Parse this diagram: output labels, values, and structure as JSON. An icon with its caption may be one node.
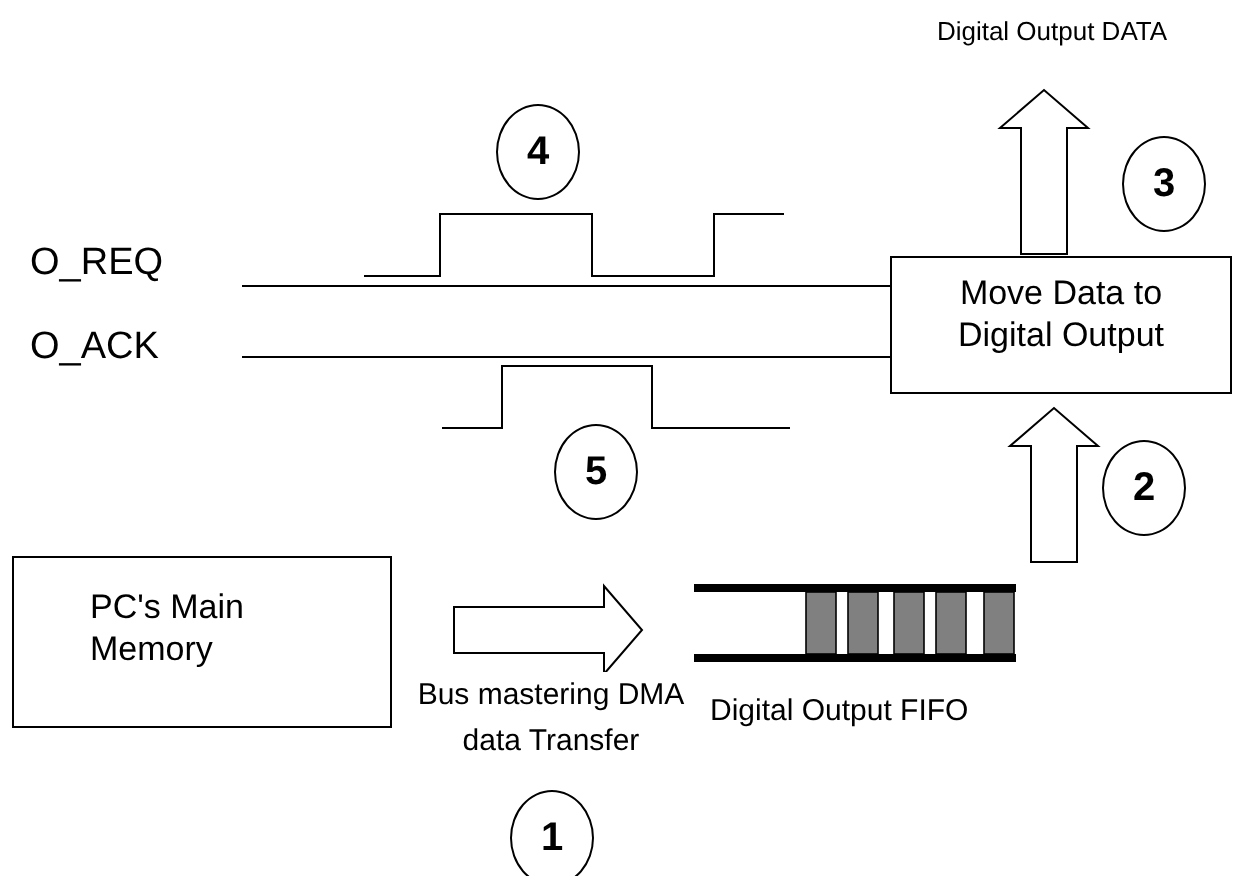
{
  "diagram": {
    "nodes": [
      {
        "text": [
          "O_REQ"
        ]
      },
      {
        "text": [
          "O_ACK"
        ]
      },
      {
        "text": [
          "Move Data to Digital Output"
        ]
      },
      {
        "text": [
          "Digital Output DATA"
        ]
      },
      {
        "text": [
          "PC's Main Memory"
        ]
      },
      {
        "text": [],
        "shape": "picture",
        "beside": [
          "Digital Output FIFO"
        ]
      }
    ],
    "edges": [
      {
        "from": 0,
        "to": 2,
        "arrow": "none"
      },
      {
        "from": 1,
        "to": 2,
        "arrow": "none"
      },
      {
        "from": 2,
        "to": 3,
        "arrow": "to",
        "style": "thick"
      },
      {
        "from": 4,
        "to": 5,
        "arrow": "to",
        "style": "thick",
        "label": "Bus mastering DMA data Transfer"
      },
      {
        "from": 5,
        "to": 2,
        "arrow": "to",
        "style": "thick"
      }
    ],
    "labels": [
      "4",
      "3",
      "5",
      "2",
      "1"
    ]
  }
}
